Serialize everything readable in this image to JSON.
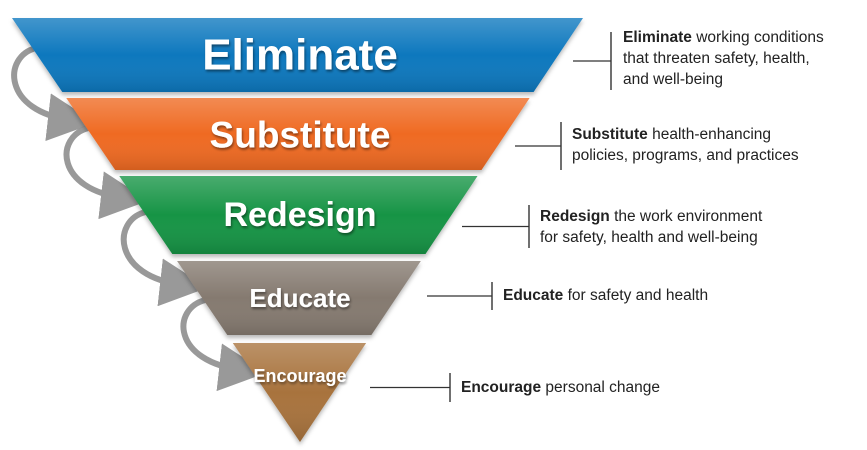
{
  "tiers": [
    {
      "label": "Eliminate",
      "color": "#0b78be",
      "description": {
        "keyword": "Eliminate",
        "lines": [
          " working conditions",
          "that threaten safety, health,",
          "and well-being"
        ]
      }
    },
    {
      "label": "Substitute",
      "color": "#ef6a23",
      "description": {
        "keyword": "Substitute",
        "lines": [
          " health-enhancing",
          "policies, programs, and practices"
        ]
      }
    },
    {
      "label": "Redesign",
      "color": "#179445",
      "description": {
        "keyword": "Redesign",
        "lines": [
          " the work environment",
          "for safety, health and well-being"
        ]
      }
    },
    {
      "label": "Educate",
      "color": "#857a70",
      "description": {
        "keyword": "Educate",
        "lines": [
          " for safety and health"
        ]
      }
    },
    {
      "label": "Encourage",
      "color": "#a8733e",
      "description": {
        "keyword": "Encourage",
        "lines": [
          " personal change"
        ]
      }
    }
  ],
  "colors": {
    "arrow": "#8f8f8f",
    "connector": "#333333",
    "text": "#222222"
  }
}
